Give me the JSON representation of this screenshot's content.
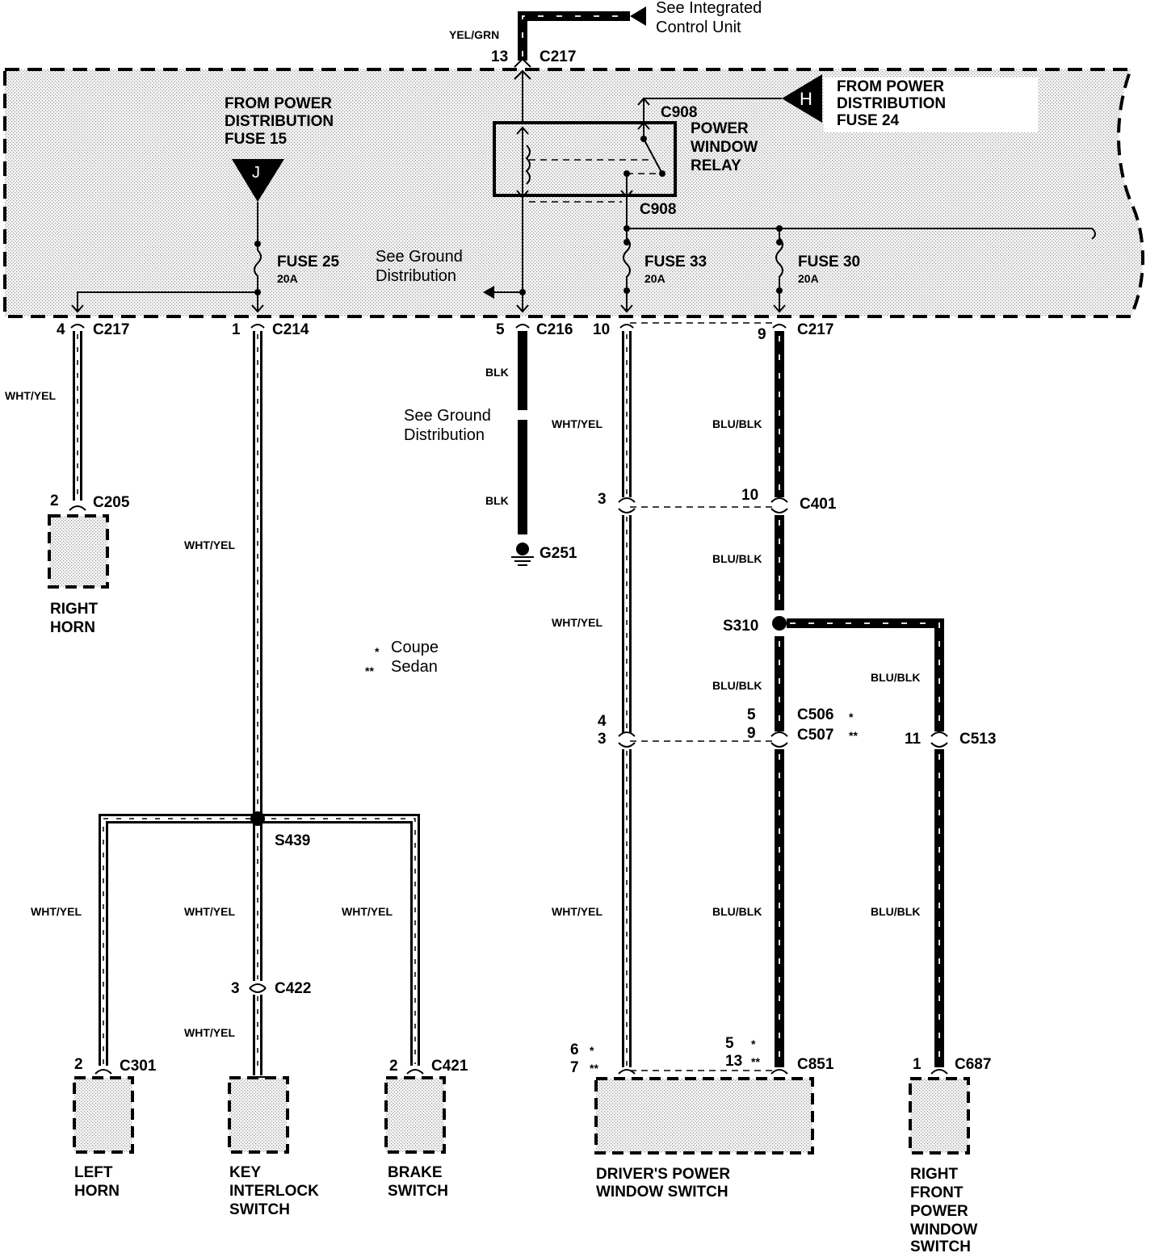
{
  "top_note": {
    "line1": "See Integrated",
    "line2": "Control Unit"
  },
  "sources": {
    "fuse15": {
      "line1": "FROM POWER",
      "line2": "DISTRIBUTION",
      "line3": "FUSE 15",
      "letter": "J"
    },
    "fuse24": {
      "line1": "FROM POWER",
      "line2": "DISTRIBUTION",
      "line3": "FUSE 24",
      "letter": "H"
    }
  },
  "relay": {
    "line1": "POWER",
    "line2": "WINDOW",
    "line3": "RELAY",
    "conn_top": "C908",
    "conn_bottom": "C908"
  },
  "fuses": [
    {
      "name": "FUSE 25",
      "rating": "20A"
    },
    {
      "name": "FUSE 33",
      "rating": "20A"
    },
    {
      "name": "FUSE 30",
      "rating": "20A"
    }
  ],
  "ground_notes": {
    "upper": {
      "line1": "See Ground",
      "line2": "Distribution"
    },
    "lower": {
      "line1": "See Ground",
      "line2": "Distribution"
    }
  },
  "connectors": {
    "c217_top": {
      "pin": "13",
      "name": "C217"
    },
    "c217_left": {
      "pin": "4",
      "name": "C217"
    },
    "c214": {
      "pin": "1",
      "name": "C214"
    },
    "c216": {
      "pin": "5",
      "name": "C216"
    },
    "fuse33_pin": {
      "pin": "10"
    },
    "c217_right": {
      "pin": "9",
      "name": "C217"
    },
    "c205": {
      "pin": "2",
      "name": "C205"
    },
    "c401": {
      "pin_left": "3",
      "pin_right": "10",
      "name": "C401"
    },
    "c506": {
      "pin_left": "4",
      "pin_right": "5",
      "name": "C506"
    },
    "c507": {
      "pin_left": "3",
      "pin_right": "9",
      "name": "C507"
    },
    "c513": {
      "pin": "11",
      "name": "C513"
    },
    "c422": {
      "pin": "3",
      "name": "C422"
    },
    "c301": {
      "pin": "2",
      "name": "C301"
    },
    "c421": {
      "pin": "2",
      "name": "C421"
    },
    "c851": {
      "pin_a": "6",
      "pin_b": "7",
      "pin_c": "5",
      "pin_d": "13",
      "name": "C851"
    },
    "c687": {
      "pin": "1",
      "name": "C687"
    }
  },
  "ground": {
    "name": "G251"
  },
  "splices": {
    "s310": "S310",
    "s439": "S439"
  },
  "wires": {
    "yel_grn": "YEL/GRN",
    "wht_yel": "WHT/YEL",
    "blk": "BLK",
    "blu_blk": "BLU/BLK"
  },
  "legend": {
    "coupe_mark": "*",
    "coupe": "Coupe",
    "sedan_mark": "**",
    "sedan": "Sedan"
  },
  "components": {
    "right_horn": {
      "line1": "RIGHT",
      "line2": "HORN"
    },
    "left_horn": {
      "line1": "LEFT",
      "line2": "HORN"
    },
    "key_interlock": {
      "line1": "KEY",
      "line2": "INTERLOCK",
      "line3": "SWITCH"
    },
    "brake_switch": {
      "line1": "BRAKE",
      "line2": "SWITCH"
    },
    "drivers_switch": {
      "line1": "DRIVER'S POWER",
      "line2": "WINDOW SWITCH"
    },
    "right_front_switch": {
      "line1": "RIGHT",
      "line2": "FRONT",
      "line3": "POWER",
      "line4": "WINDOW",
      "line5": "SWITCH"
    }
  }
}
